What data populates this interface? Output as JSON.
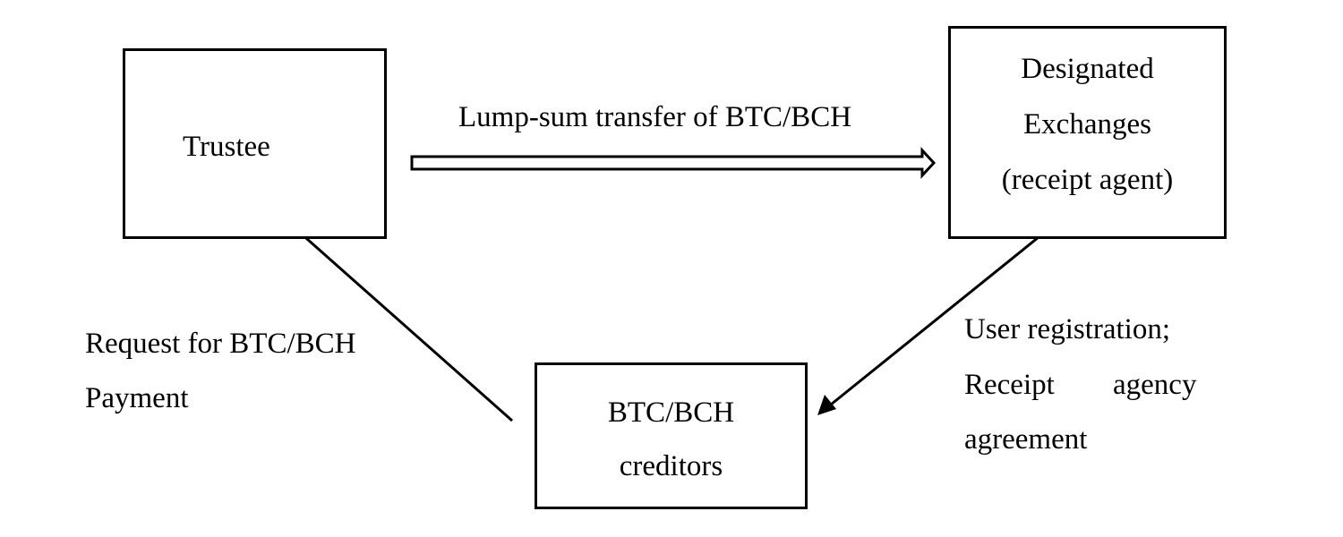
{
  "boxes": {
    "trustee": {
      "line1": "Trustee"
    },
    "exchanges": {
      "line1": "Designated",
      "line2": "Exchanges",
      "line3": "(receipt agent)"
    },
    "creditors": {
      "line1": "BTC/BCH",
      "line2": "creditors"
    }
  },
  "edges": {
    "transfer": {
      "label": "Lump-sum transfer of BTC/BCH"
    },
    "request": {
      "line1": "Request for BTC/BCH",
      "line2": "Payment"
    },
    "registration": {
      "line1": "User registration;",
      "line2a": "Receipt",
      "line2b": "agency",
      "line3": "agreement"
    }
  }
}
